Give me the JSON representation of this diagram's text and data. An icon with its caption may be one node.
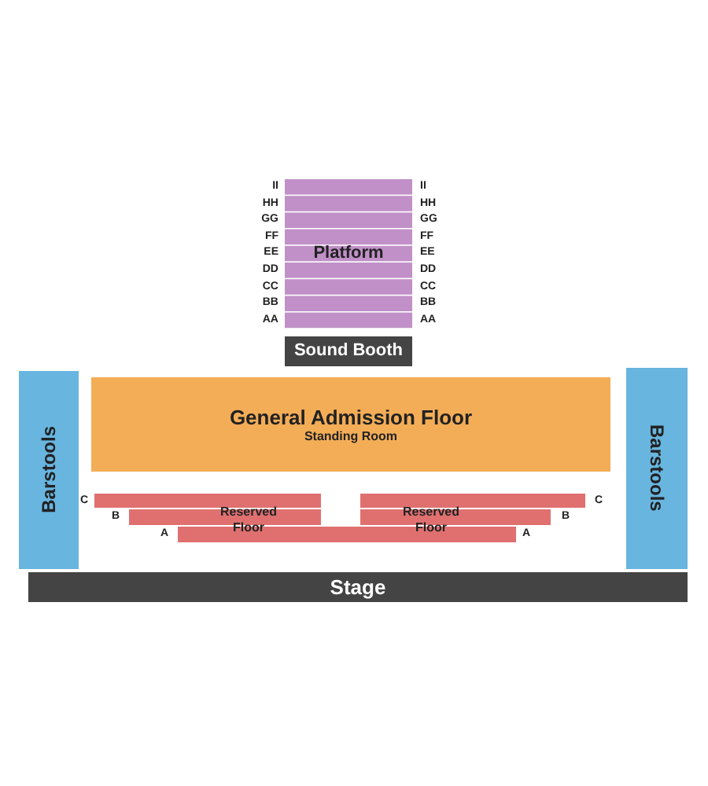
{
  "diagram": {
    "nodes": [
      {
        "text": [
          "Platform"
        ],
        "beside": [
          "II",
          "II",
          "HH",
          "HH",
          "GG",
          "GG",
          "FF",
          "FF",
          "EE",
          "EE",
          "DD",
          "DD",
          "CC",
          "CC",
          "BB",
          "BB",
          "AA",
          "AA"
        ]
      },
      {
        "text": [
          "Sound Booth"
        ]
      },
      {
        "text": [
          "General Admission Floor",
          "Standing Room"
        ]
      },
      {
        "text": [
          "Barstools"
        ]
      },
      {
        "text": [
          "Barstools"
        ]
      },
      {
        "text": [
          "Reserved Floor"
        ]
      },
      {
        "text": [
          "Reserved Floor"
        ]
      },
      {
        "text": [
          "Stage"
        ]
      }
    ],
    "labels": [
      "C",
      "C",
      "B",
      "B",
      "A",
      "A"
    ]
  }
}
